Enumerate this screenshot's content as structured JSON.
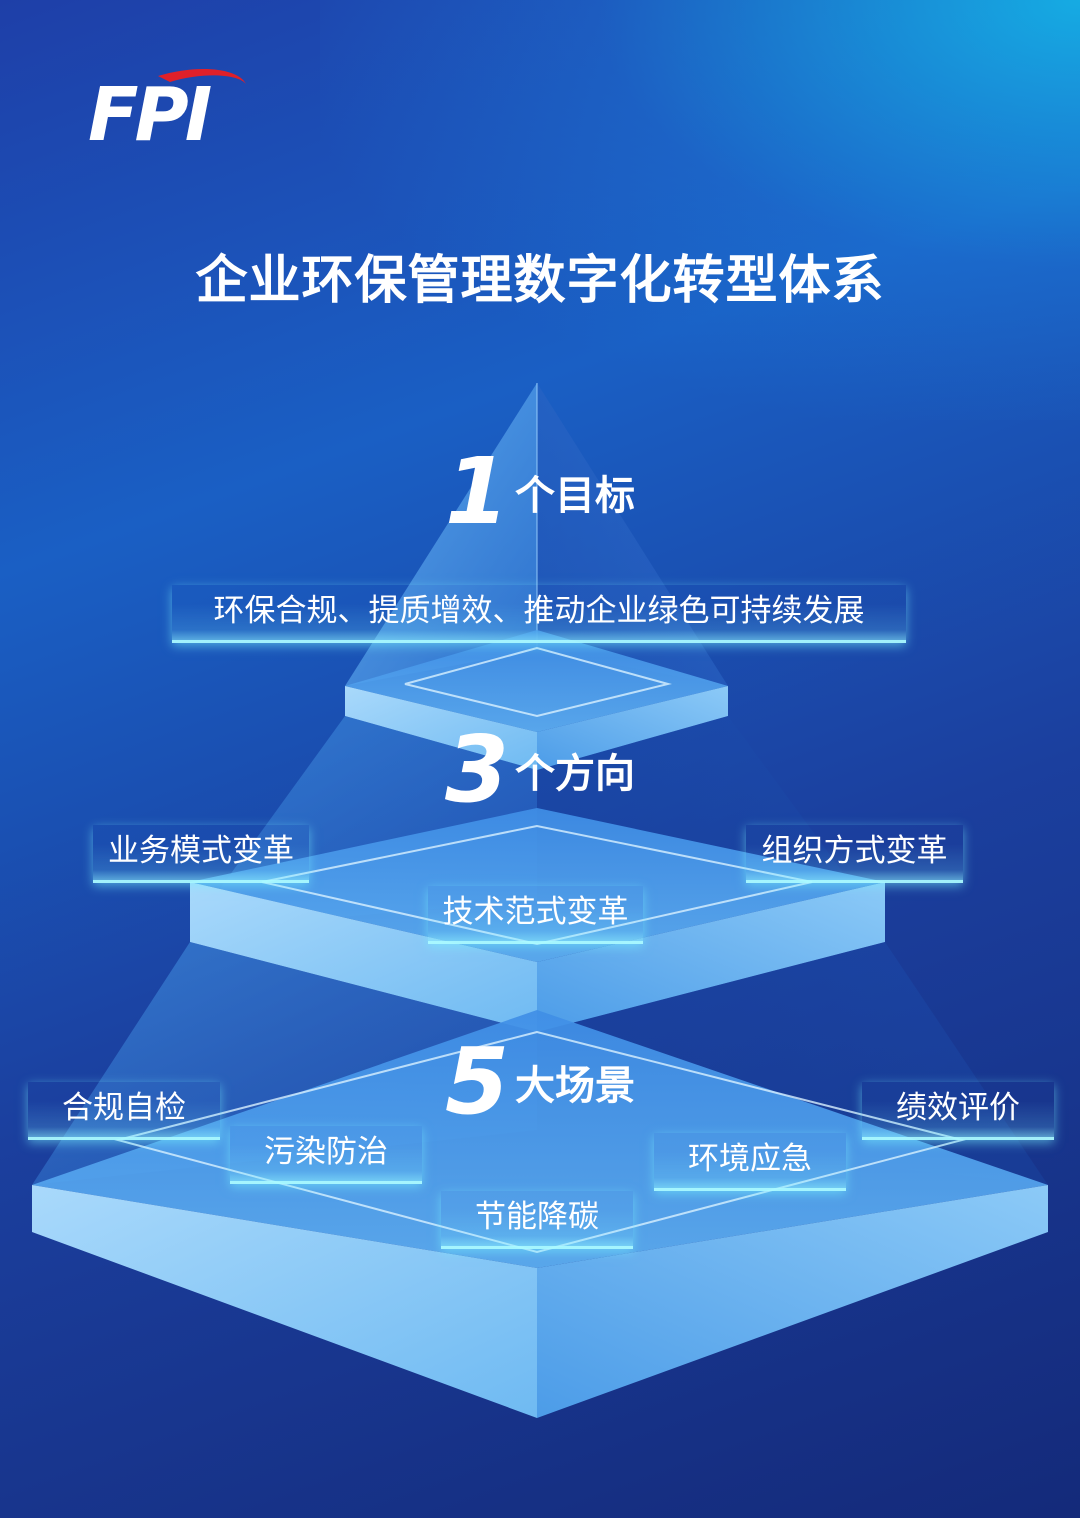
{
  "logo": {
    "text": "FPI"
  },
  "title": "企业环保管理数字化转型体系",
  "tiers": [
    {
      "number": "1",
      "heading": "个目标",
      "labels": [
        "环保合规、提质增效、推动企业绿色可持续发展"
      ]
    },
    {
      "number": "3",
      "heading": "个方向",
      "labels": [
        "业务模式变革",
        "组织方式变革",
        "技术范式变革"
      ]
    },
    {
      "number": "5",
      "heading": "大场景",
      "labels": [
        "合规自检",
        "绩效评价",
        "污染防治",
        "环境应急",
        "节能降碳"
      ]
    }
  ],
  "colors": {
    "background_top": "#1e3fa8",
    "background_bottom": "#142a7a",
    "glow": "#14c8f0",
    "slab_light": "#b9e4fb",
    "label_underline": "#aafaff",
    "logo_arc": "#e0202a"
  }
}
